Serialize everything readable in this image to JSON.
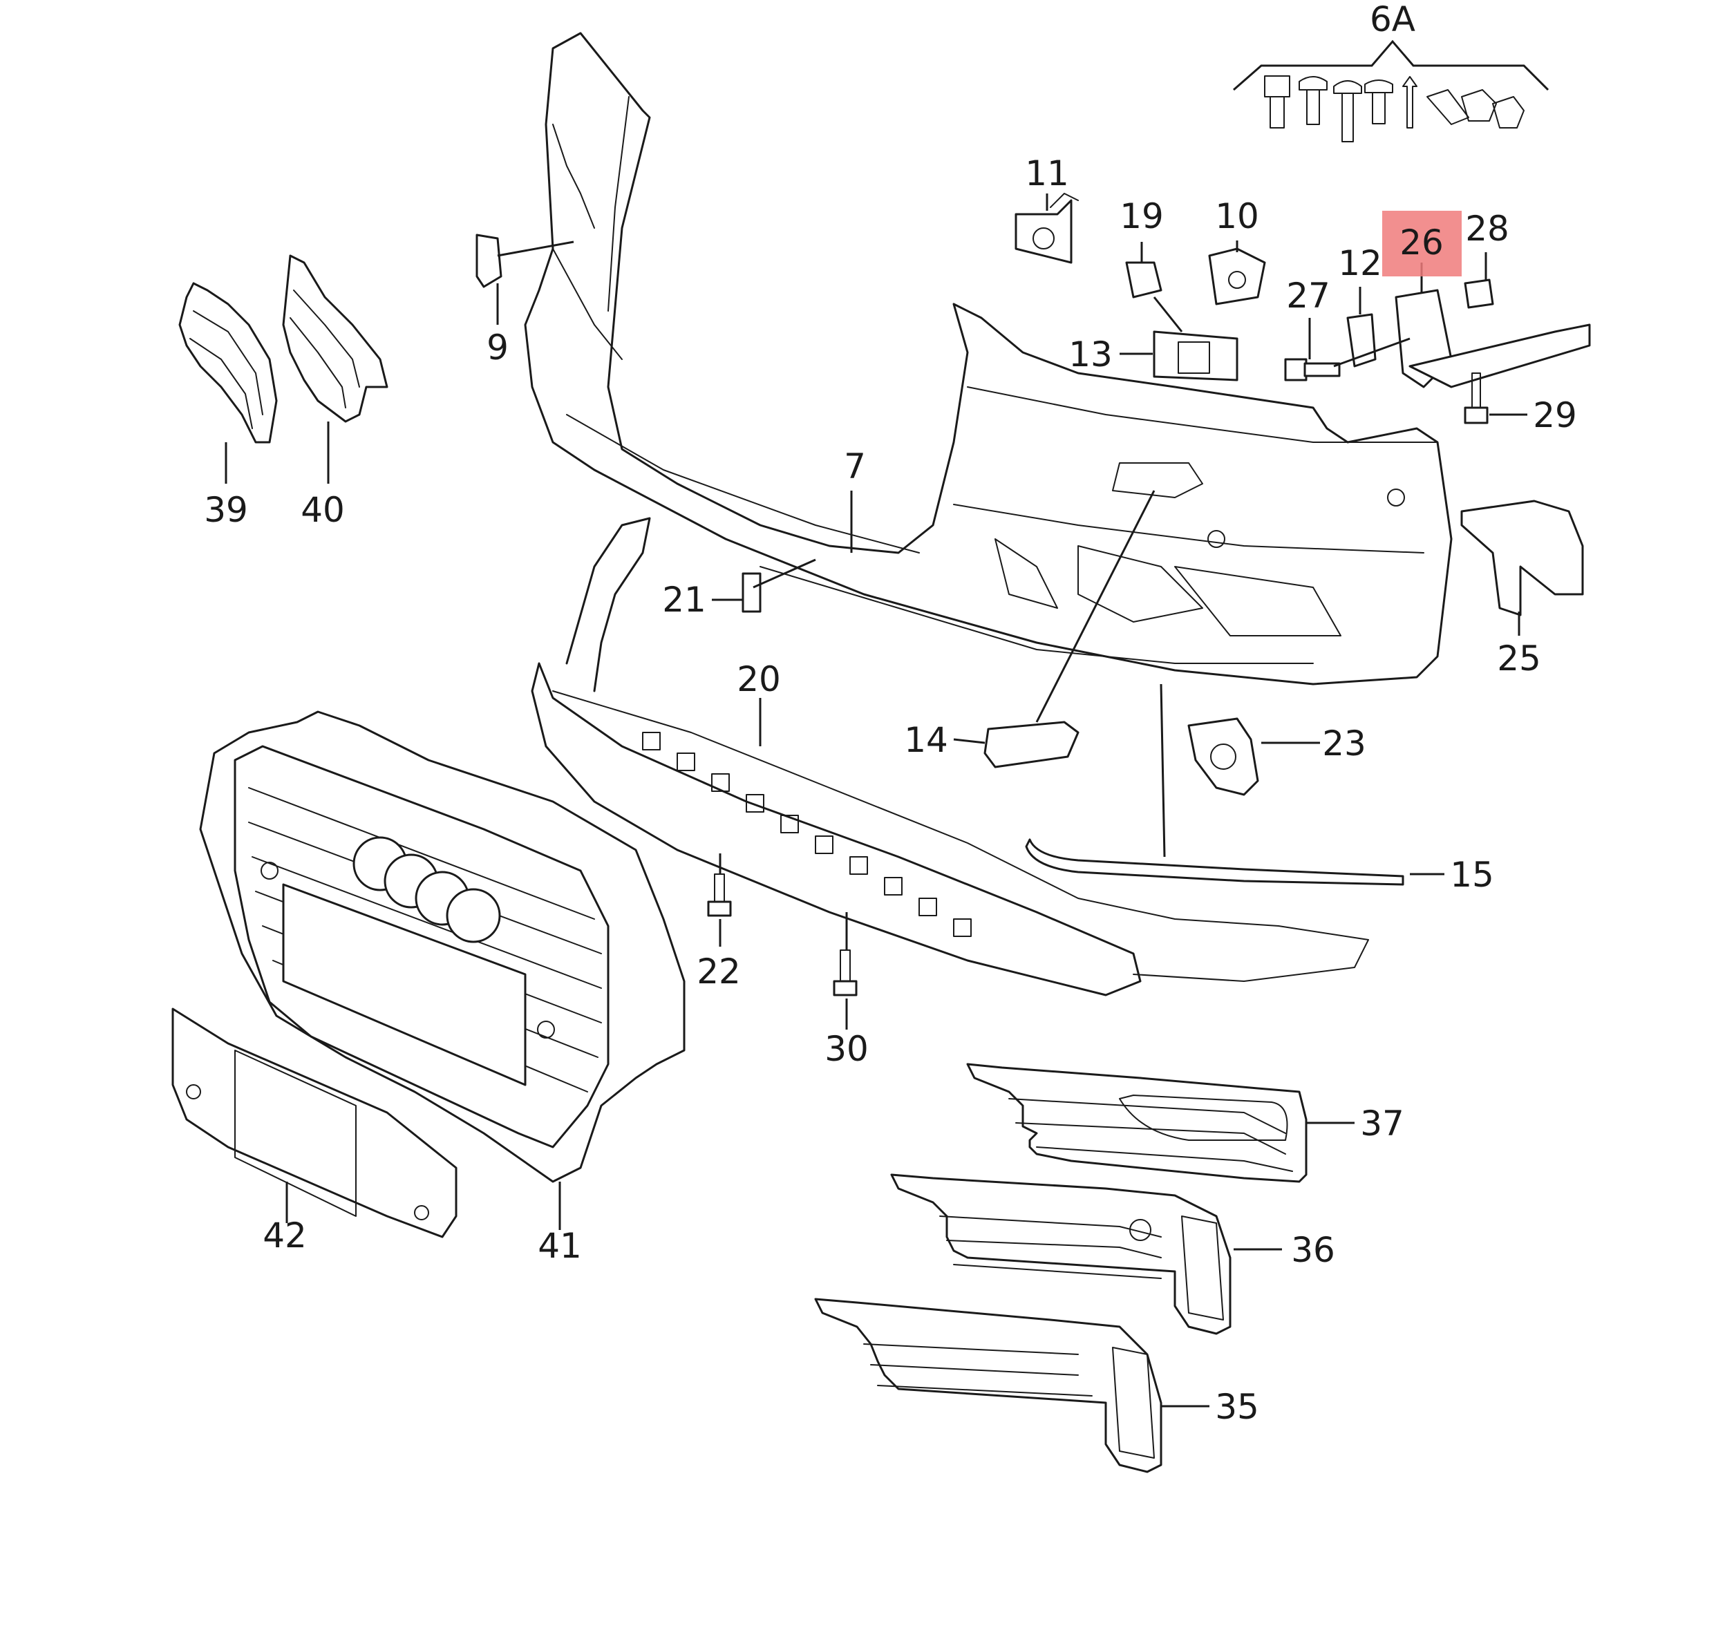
{
  "callouts": {
    "c6A": "6A",
    "c11": "11",
    "c19": "19",
    "c10": "10",
    "c26": "26",
    "c28": "28",
    "c12": "12",
    "c27": "27",
    "c13": "13",
    "c29": "29",
    "c9": "9",
    "c39": "39",
    "c40": "40",
    "c7": "7",
    "c21": "21",
    "c25": "25",
    "c20": "20",
    "c14": "14",
    "c23": "23",
    "c15": "15",
    "c22": "22",
    "c30": "30",
    "c37": "37",
    "c36": "36",
    "c35": "35",
    "c42": "42",
    "c41": "41"
  },
  "highlighted_callout": "26",
  "colors": {
    "line": "#1a1a1a",
    "highlight": "#f07b7b",
    "background": "#ffffff"
  }
}
